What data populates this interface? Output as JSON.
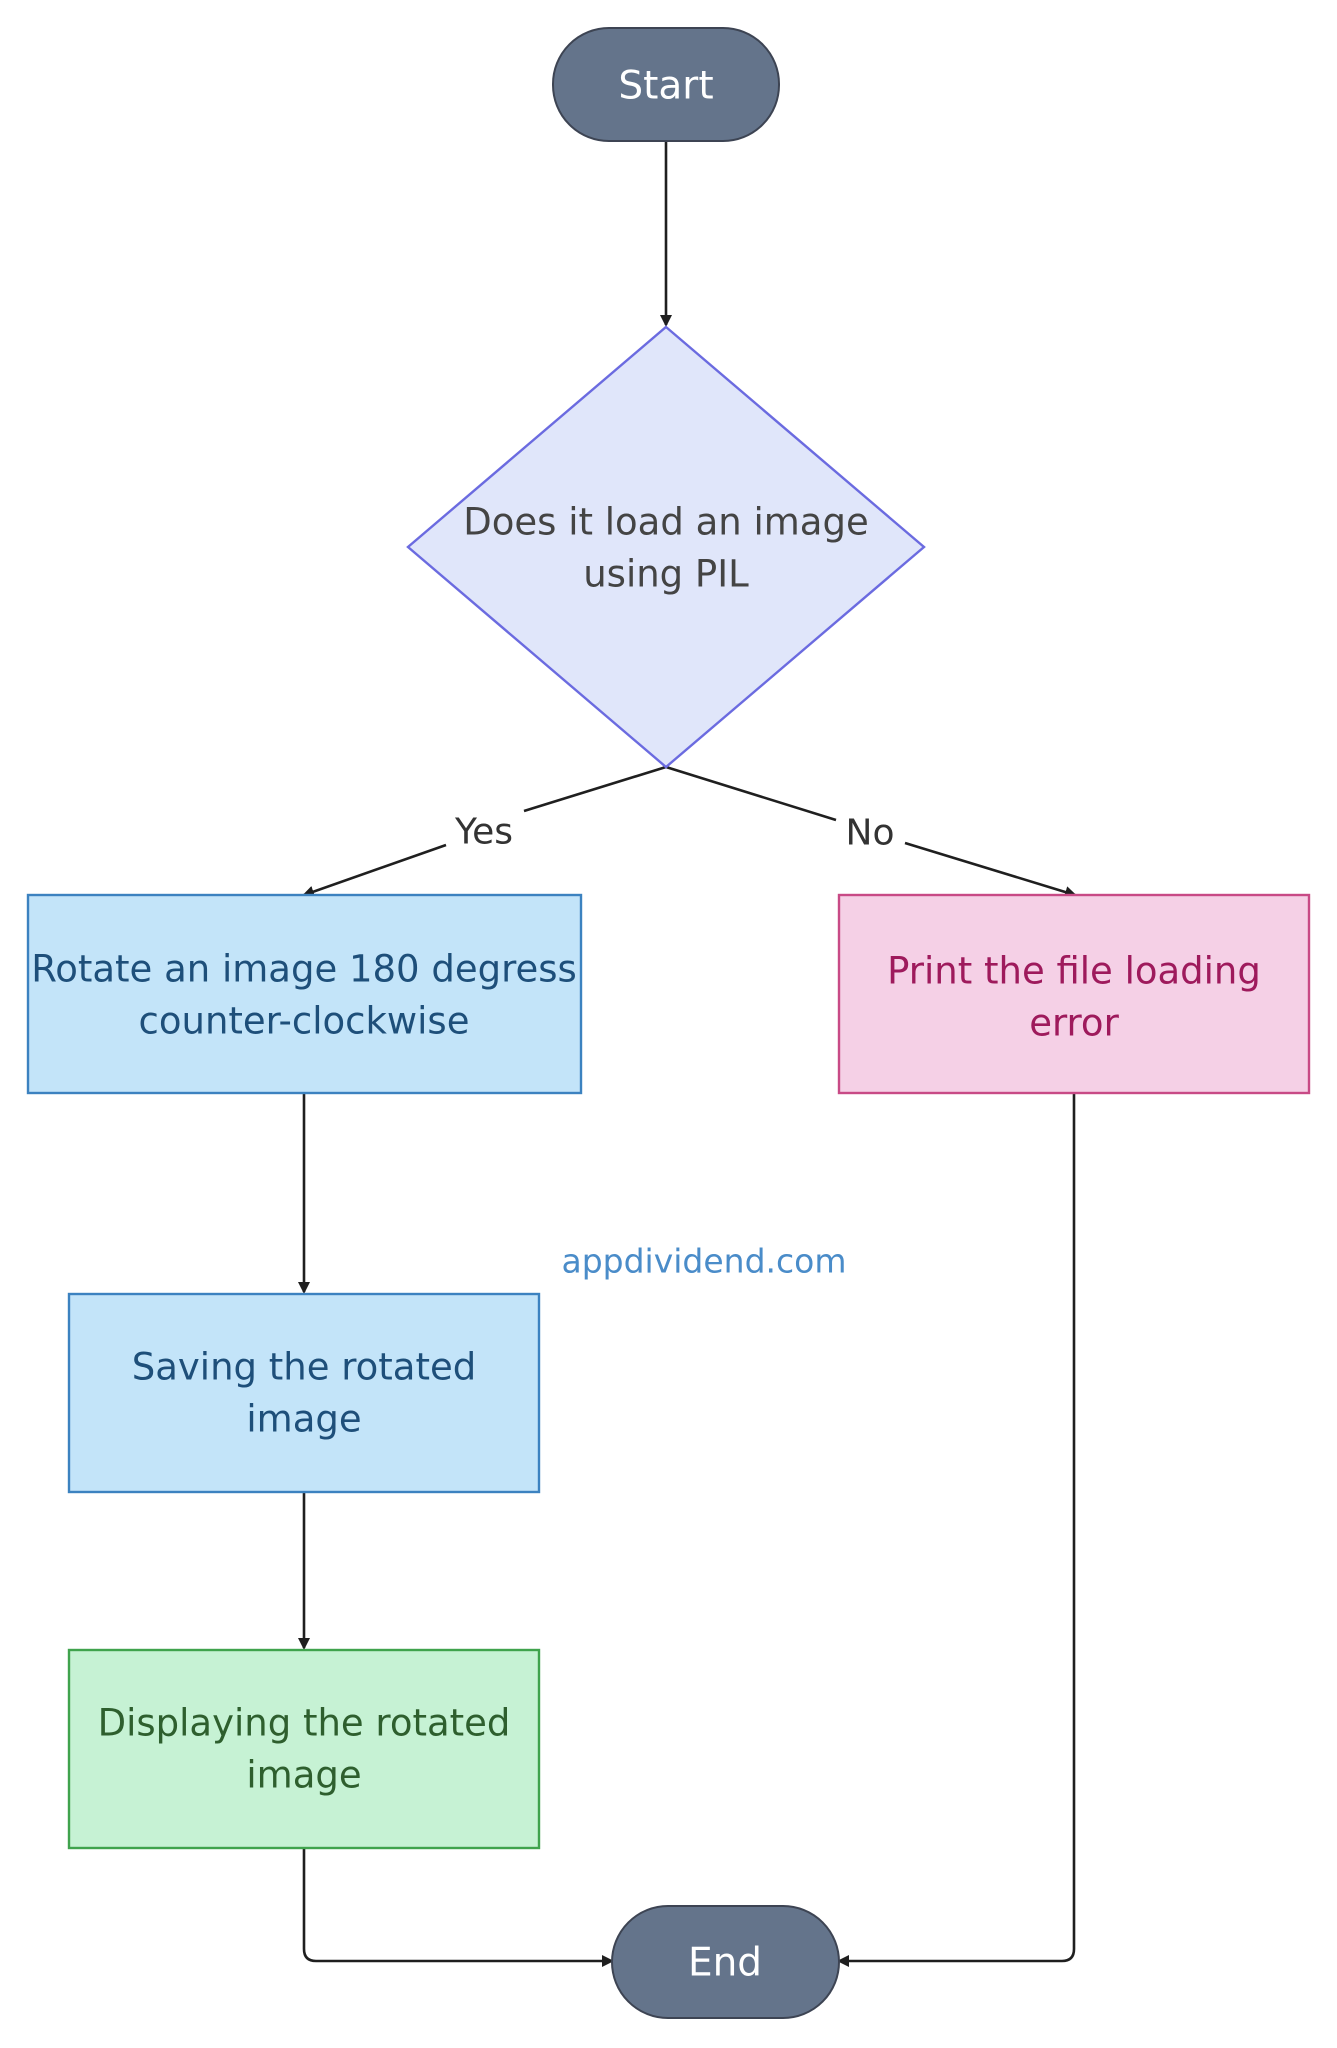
{
  "diagram": {
    "start": {
      "label": "Start"
    },
    "decision": {
      "line1": "Does it load an image",
      "line2": "using PIL"
    },
    "edges": {
      "yes_label": "Yes",
      "no_label": "No"
    },
    "rotate": {
      "line1": "Rotate an image 180 degress",
      "line2": "counter-clockwise"
    },
    "error": {
      "line1": "Print the file loading",
      "line2": "error"
    },
    "save": {
      "line1": "Saving the rotated",
      "line2": "image"
    },
    "display": {
      "line1": "Displaying the rotated",
      "line2": "image"
    },
    "end": {
      "label": "End"
    },
    "watermark": "appdividend.com"
  },
  "colors": {
    "terminal_fill": "#64748B",
    "terminal_text": "#ffffff",
    "decision_fill": "#E0E6FA",
    "decision_stroke": "#6B6BE0",
    "decision_text": "#444444",
    "blue_fill": "#C3E4F9",
    "blue_stroke": "#3C82C0",
    "blue_text": "#1E4F7A",
    "pink_fill": "#F5D0E6",
    "pink_stroke": "#C84A86",
    "pink_text": "#9E1A5C",
    "green_fill": "#C6F2D4",
    "green_stroke": "#3FA34D",
    "green_text": "#2E5F2E",
    "edge_label_text": "#333333",
    "watermark_text": "#4A8CC9"
  }
}
